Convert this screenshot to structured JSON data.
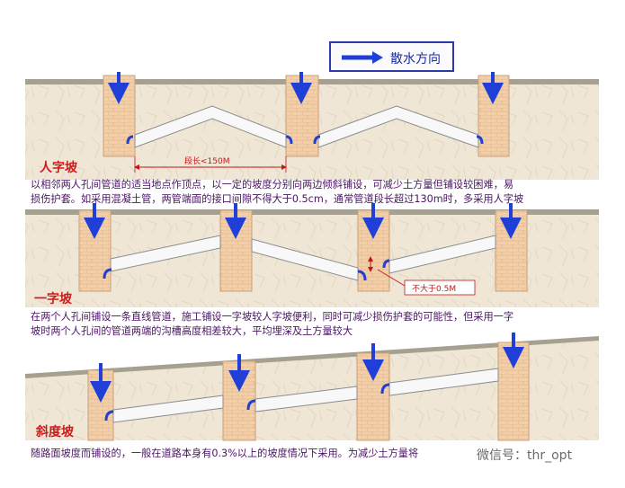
{
  "legend": {
    "label": "散水方向",
    "arrow_color": "#1f3fd6"
  },
  "sections": [
    {
      "label": "人字坡",
      "caption": "段长<150M",
      "description_lines": [
        "以相邻两人孔间管道的适当地点作顶点，以一定的坡度分别向两边倾斜铺设，可减少土方量但铺设较困难，易",
        "损伤护套。如采用混凝土管，两管端面的接口间隙不得大于0.5cm，通常管道段长超过130m时，多采用人字坡"
      ]
    },
    {
      "label": "一字坡",
      "caption": "不大于0.5M",
      "description_lines": [
        "在两个人孔间铺设一条直线管道，施工铺设一字坡较人字坡便利，同时可减少损伤护套的可能性，但采用一字",
        "坡时两个人孔间的管道两端的沟槽高度相差较大，平均埋深及土方量较大"
      ]
    },
    {
      "label": "斜度坡",
      "caption": "",
      "description_lines": [
        "随路面坡度而铺设的，一般在道路本身有0.3%以上的坡度情况下采用。为减少土方量将"
      ]
    }
  ],
  "watermark": "微信号：thr_opt",
  "colors": {
    "label_red": "#d11a1a",
    "text_purple": "#4a1463",
    "arrow_blue": "#1f3fd6",
    "soil": "#efe5d4",
    "well": "#f0c9a0"
  }
}
